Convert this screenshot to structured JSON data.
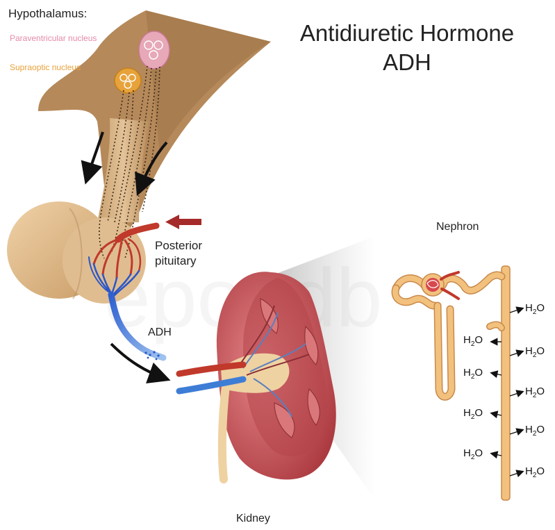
{
  "title": {
    "line1": "Antidiuretic Hormone",
    "line2": "ADH"
  },
  "labels": {
    "hypothalamus": "Hypothalamus:",
    "paraventricular": "Paraventricular nucleus",
    "supraoptic": "Supraoptic nucleus",
    "posterior_line1": "Posterior",
    "posterior_line2": "pituitary",
    "adh": "ADH",
    "kidney": "Kidney",
    "nephron": "Nephron"
  },
  "water": {
    "h": "H",
    "sub": "2",
    "o": "O"
  },
  "watermark": "epondb",
  "colors": {
    "hypothalamus_tan": "#b5895a",
    "pituitary_beige": "#dcb88d",
    "artery_red": "#c0392b",
    "vein_blue": "#2b56c8",
    "kidney_red": "#c9565a",
    "nephron_orange": "#f2c17e",
    "paraventricular_pink": "#e58aa8",
    "supraoptic_orange": "#e8a23a"
  }
}
